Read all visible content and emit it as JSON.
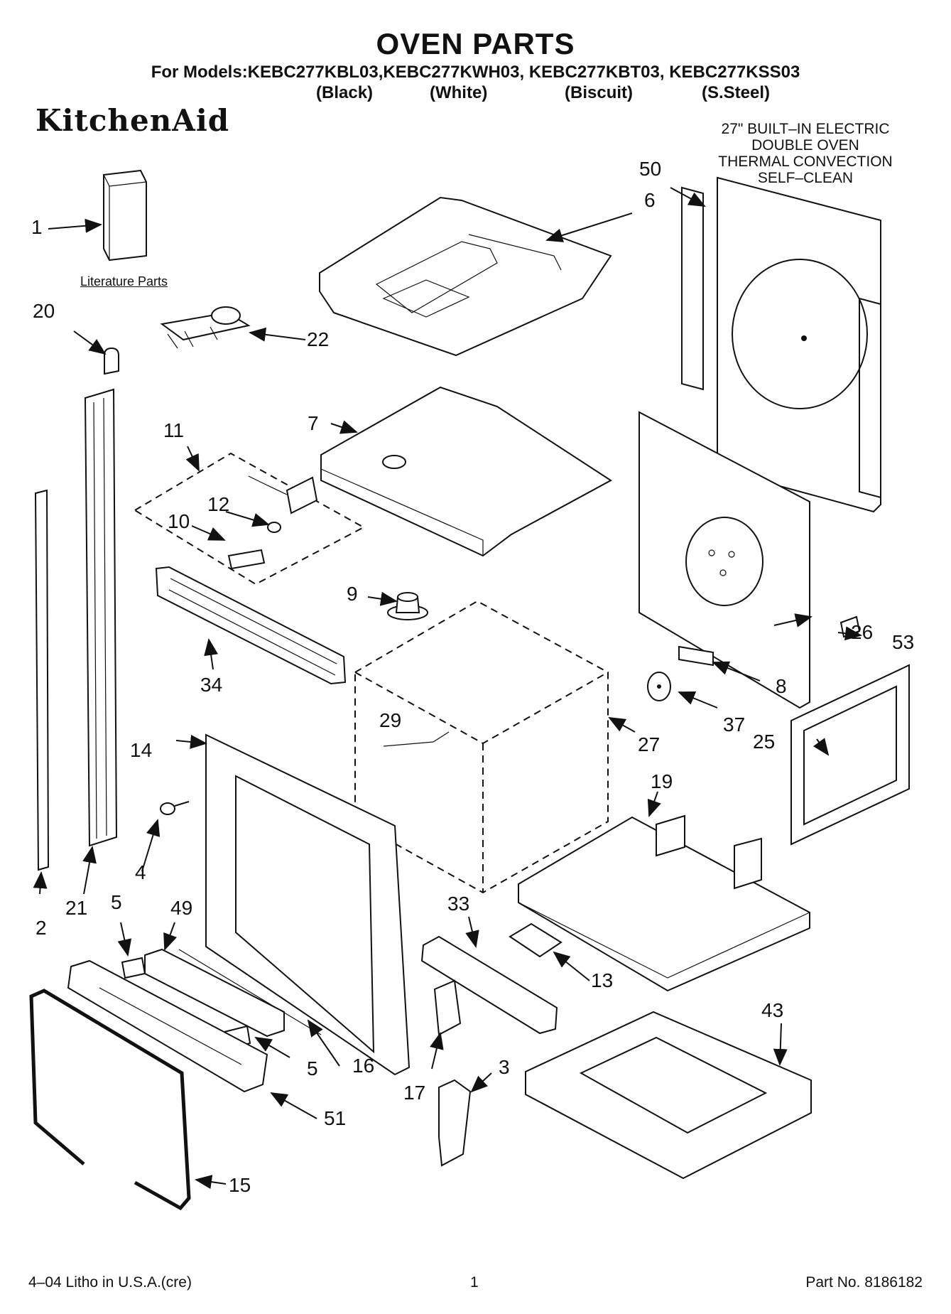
{
  "header": {
    "title": "OVEN PARTS",
    "models": "For Models:KEBC277KBL03,KEBC277KWH03, KEBC277KBT03, KEBC277KSS03",
    "colors": [
      "(Black)",
      "(White)",
      "(Biscuit)",
      "(S.Steel)"
    ]
  },
  "brand": "KitchenAid",
  "product": {
    "line1": "27\" BUILT–IN ELECTRIC",
    "line2": "DOUBLE OVEN",
    "line3": "THERMAL CONVECTION",
    "line4": "SELF–CLEAN"
  },
  "literature_label": "Literature Parts",
  "callouts": [
    "1",
    "2",
    "3",
    "4",
    "5",
    "5",
    "6",
    "7",
    "8",
    "9",
    "10",
    "11",
    "12",
    "13",
    "14",
    "15",
    "16",
    "17",
    "19",
    "20",
    "21",
    "22",
    "25",
    "26",
    "27",
    "29",
    "33",
    "34",
    "37",
    "43",
    "49",
    "50",
    "51",
    "53"
  ],
  "footer": {
    "left": "4–04 Litho in U.S.A.(cre)",
    "center": "1",
    "right": "Part No. 8186182"
  }
}
